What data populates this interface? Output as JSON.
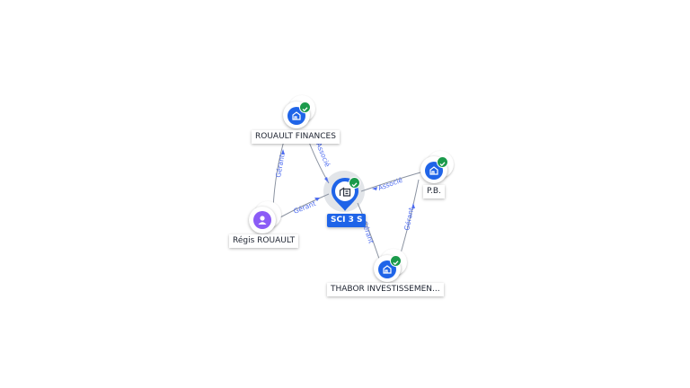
{
  "nodes": {
    "center": {
      "label": "SCI 3 S"
    },
    "rouault_finances": {
      "label": "ROUAULT FINANCES"
    },
    "regis": {
      "label": "Régis ROUAULT"
    },
    "pb": {
      "label": "P.B."
    },
    "thabor": {
      "label": "THABOR INVESTISSEMEN..."
    }
  },
  "edges": {
    "rf_to_center": "Associé",
    "regis_to_rf": "Gérant",
    "regis_to_center": "Gérant",
    "pb_to_center": "Associé",
    "center_to_thabor": "Gérant",
    "thabor_to_pb": "Gérant"
  },
  "icons": {
    "company": "building-icon",
    "person": "person-icon",
    "verified": "check-badge-icon"
  },
  "colors": {
    "primary": "#1f64e8",
    "person": "#8b5cf6",
    "verified": "#1b9a4b",
    "edge_label": "#4f6df0",
    "edge_line": "#8b93a1"
  }
}
